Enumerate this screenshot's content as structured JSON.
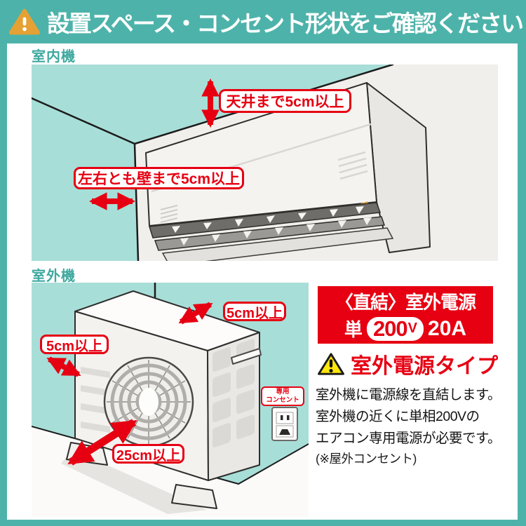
{
  "header": {
    "title": "設置スペース・コンセント形状をご確認ください"
  },
  "indoor": {
    "section_label": "室内機",
    "ceiling_clearance_label": "天井まで5cm以上",
    "side_clearance_label": "左右とも壁まで5cm以上"
  },
  "outdoor": {
    "section_label": "室外機",
    "top_clearance_label": "5cm以上",
    "left_clearance_label": "5cm以上",
    "front_clearance_label": "25cm以上",
    "outlet_label_line1": "専用",
    "outlet_label_line2": "コンセント"
  },
  "power_panel": {
    "connection_heading": "〈直結〉室外電源",
    "phase": "単",
    "voltage": "200",
    "voltage_unit": "V",
    "amperage": "20A",
    "type_heading": "室外電源タイプ",
    "description_lines": [
      "室外機に電源線を直結します。",
      "室外機の近くに単相200Vの",
      "エアコン専用電源が必要です。",
      "(※屋外コンセント)"
    ]
  },
  "colors": {
    "header_teal": "#4db3aa",
    "illustration_teal": "#a8ded8",
    "accent_red": "#e60012",
    "warning_orange": "#e5a134",
    "warning_yellow": "#ffe60a",
    "section_label_teal": "#3fa99f"
  }
}
